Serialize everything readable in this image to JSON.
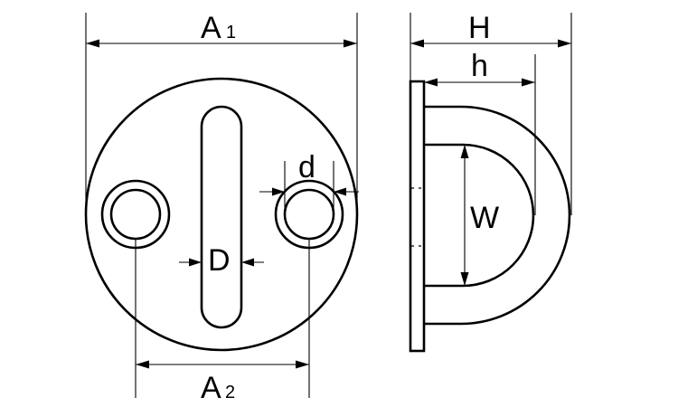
{
  "labels": {
    "a1_main": "A",
    "a1_sub": "1",
    "a2_main": "A",
    "a2_sub": "2",
    "d_small": "d",
    "d_big": "D",
    "h_big": "H",
    "h_small": "h",
    "w": "W"
  }
}
